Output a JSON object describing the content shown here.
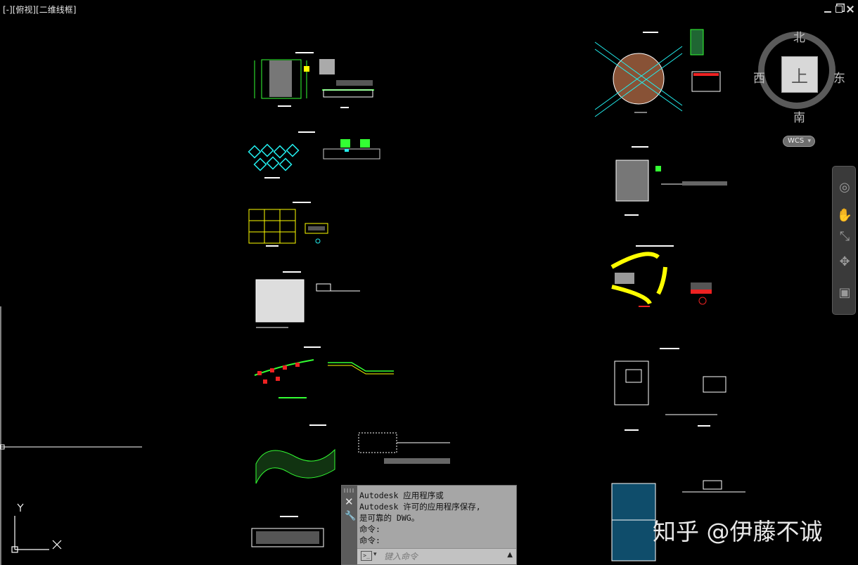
{
  "viewport": {
    "label": "[-][俯视][二维线框]"
  },
  "viewcube": {
    "north": "北",
    "south": "南",
    "east": "东",
    "west": "西",
    "face": "上",
    "wcs_label": "WCS"
  },
  "ucs": {
    "y_label": "Y",
    "x_label": "X"
  },
  "command_line": {
    "history": [
      "Autodesk 应用程序或",
      "Autodesk 许可的应用程序保存,",
      "是可靠的 DWG。",
      "命令:",
      "命令:"
    ],
    "placeholder": "键入命令"
  },
  "watermark": {
    "text": "知乎 @伊藤不诚"
  },
  "colors": {
    "background": "#000000",
    "accent_green": "#22c55e",
    "accent_cyan": "#22d3ee",
    "accent_yellow": "#facc15"
  }
}
